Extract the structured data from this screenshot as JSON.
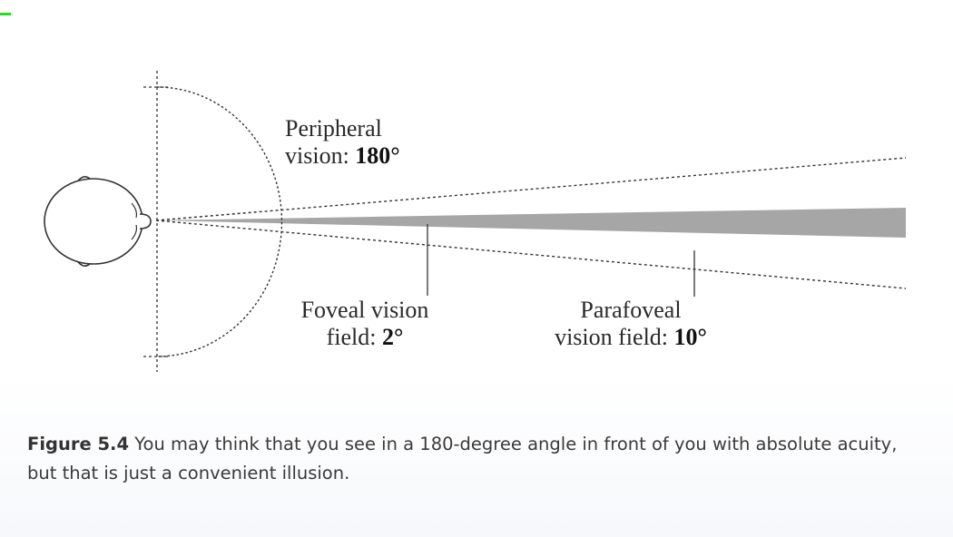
{
  "labels": {
    "peripheral_line1": "Peripheral",
    "peripheral_line2_text": "vision: ",
    "peripheral_line2_value": "180°",
    "foveal_line1": "Foveal vision",
    "foveal_line2_text": "field: ",
    "foveal_line2_value": "2°",
    "parafoveal_line1": "Parafoveal",
    "parafoveal_line2_text": "vision field: ",
    "parafoveal_line2_value": "10°"
  },
  "caption": {
    "figure_number": "Figure 5.4",
    "text": " You may think that you see in a 180-degree angle in front of you with absolute acuity, but that is just a convenient illusion."
  },
  "colors": {
    "foveal_cone": "#a6a6a6",
    "line_stroke": "#333333",
    "corner_mark": "#22dd22"
  }
}
